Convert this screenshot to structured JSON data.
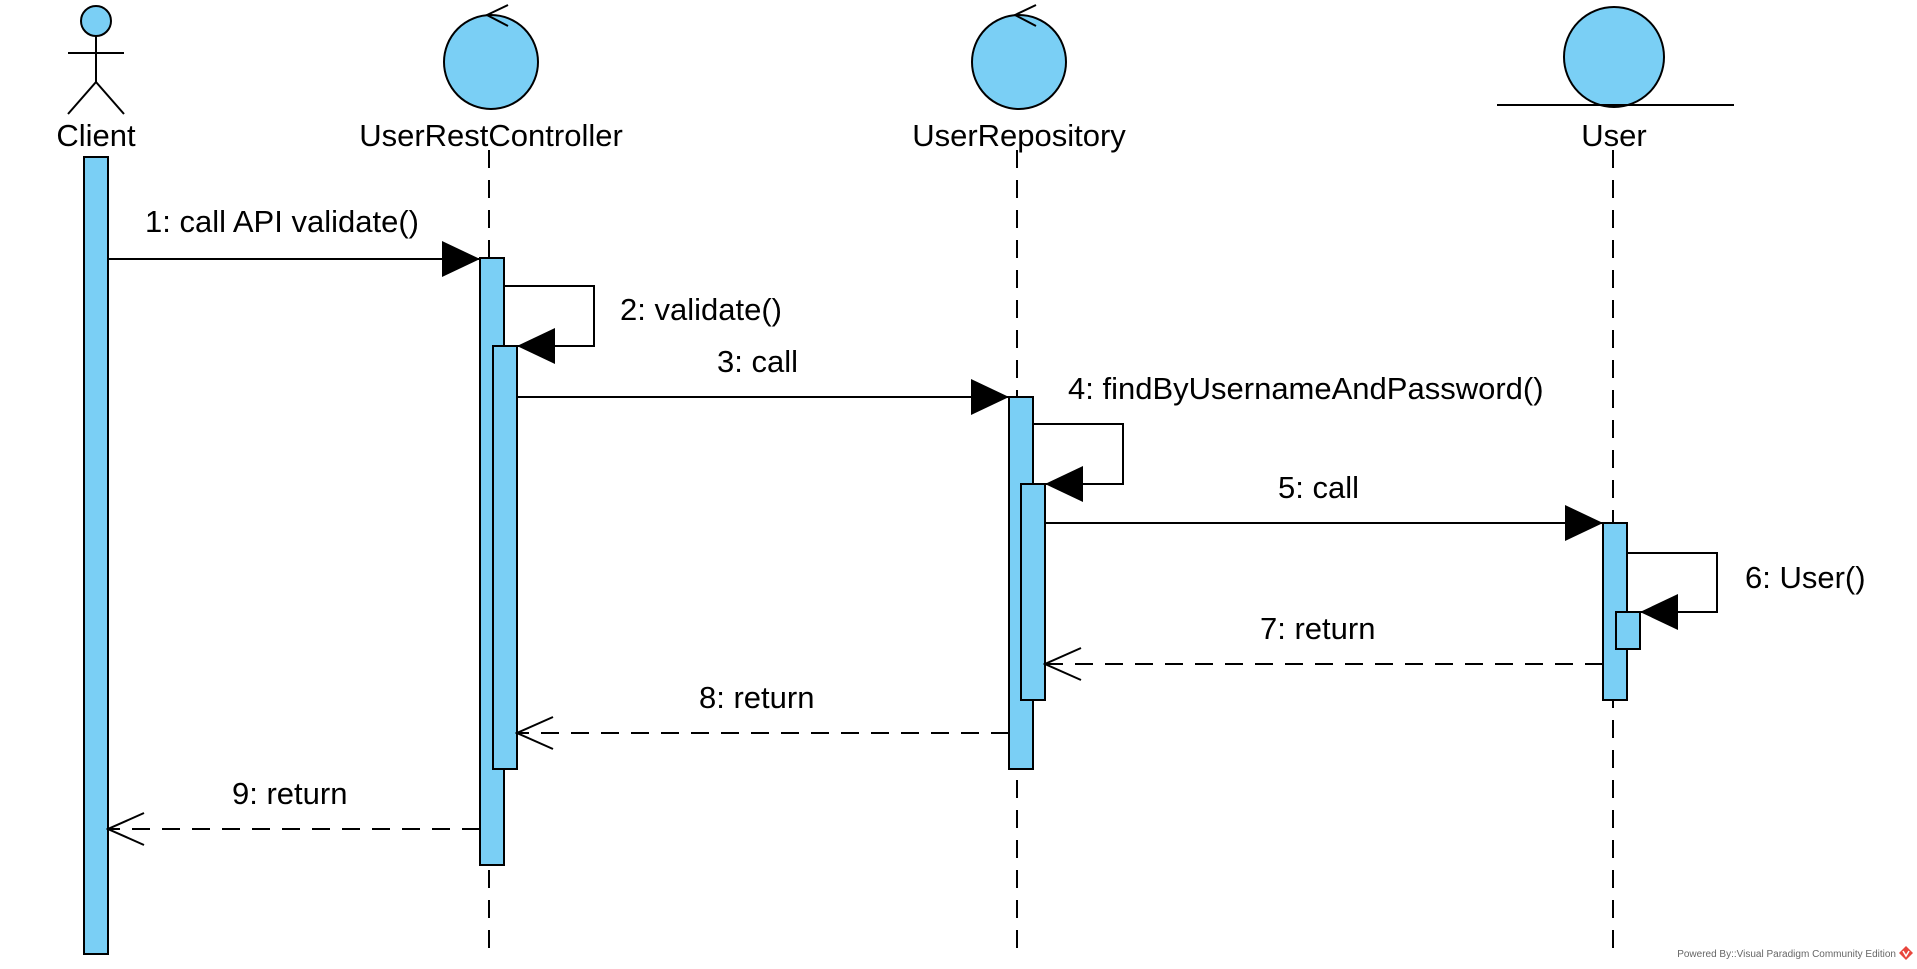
{
  "diagram": {
    "type": "uml-sequence",
    "colors": {
      "fill": "#7ACFF5",
      "stroke": "#000000",
      "footer_text": "#666666",
      "logo": "#E8453C"
    },
    "participants": [
      {
        "id": "client",
        "name": "Client",
        "kind": "actor"
      },
      {
        "id": "controller",
        "name": "UserRestController",
        "kind": "control"
      },
      {
        "id": "repository",
        "name": "UserRepository",
        "kind": "control"
      },
      {
        "id": "user",
        "name": "User",
        "kind": "entity"
      }
    ],
    "messages": [
      {
        "num": 1,
        "label": "1: call API validate()",
        "from": "client",
        "to": "controller",
        "kind": "sync"
      },
      {
        "num": 2,
        "label": "2: validate()",
        "from": "controller",
        "to": "controller",
        "kind": "self"
      },
      {
        "num": 3,
        "label": "3: call",
        "from": "controller",
        "to": "repository",
        "kind": "sync"
      },
      {
        "num": 4,
        "label": "4: findByUsernameAndPassword()",
        "from": "repository",
        "to": "repository",
        "kind": "self"
      },
      {
        "num": 5,
        "label": "5: call",
        "from": "repository",
        "to": "user",
        "kind": "sync"
      },
      {
        "num": 6,
        "label": "6: User()",
        "from": "user",
        "to": "user",
        "kind": "self"
      },
      {
        "num": 7,
        "label": "7: return",
        "from": "user",
        "to": "repository",
        "kind": "return"
      },
      {
        "num": 8,
        "label": "8: return",
        "from": "repository",
        "to": "controller",
        "kind": "return"
      },
      {
        "num": 9,
        "label": "9: return",
        "from": "controller",
        "to": "client",
        "kind": "return"
      }
    ]
  },
  "footer": {
    "text": "Powered By::Visual Paradigm Community Edition",
    "logo_icon": "visual-paradigm-logo-icon"
  }
}
